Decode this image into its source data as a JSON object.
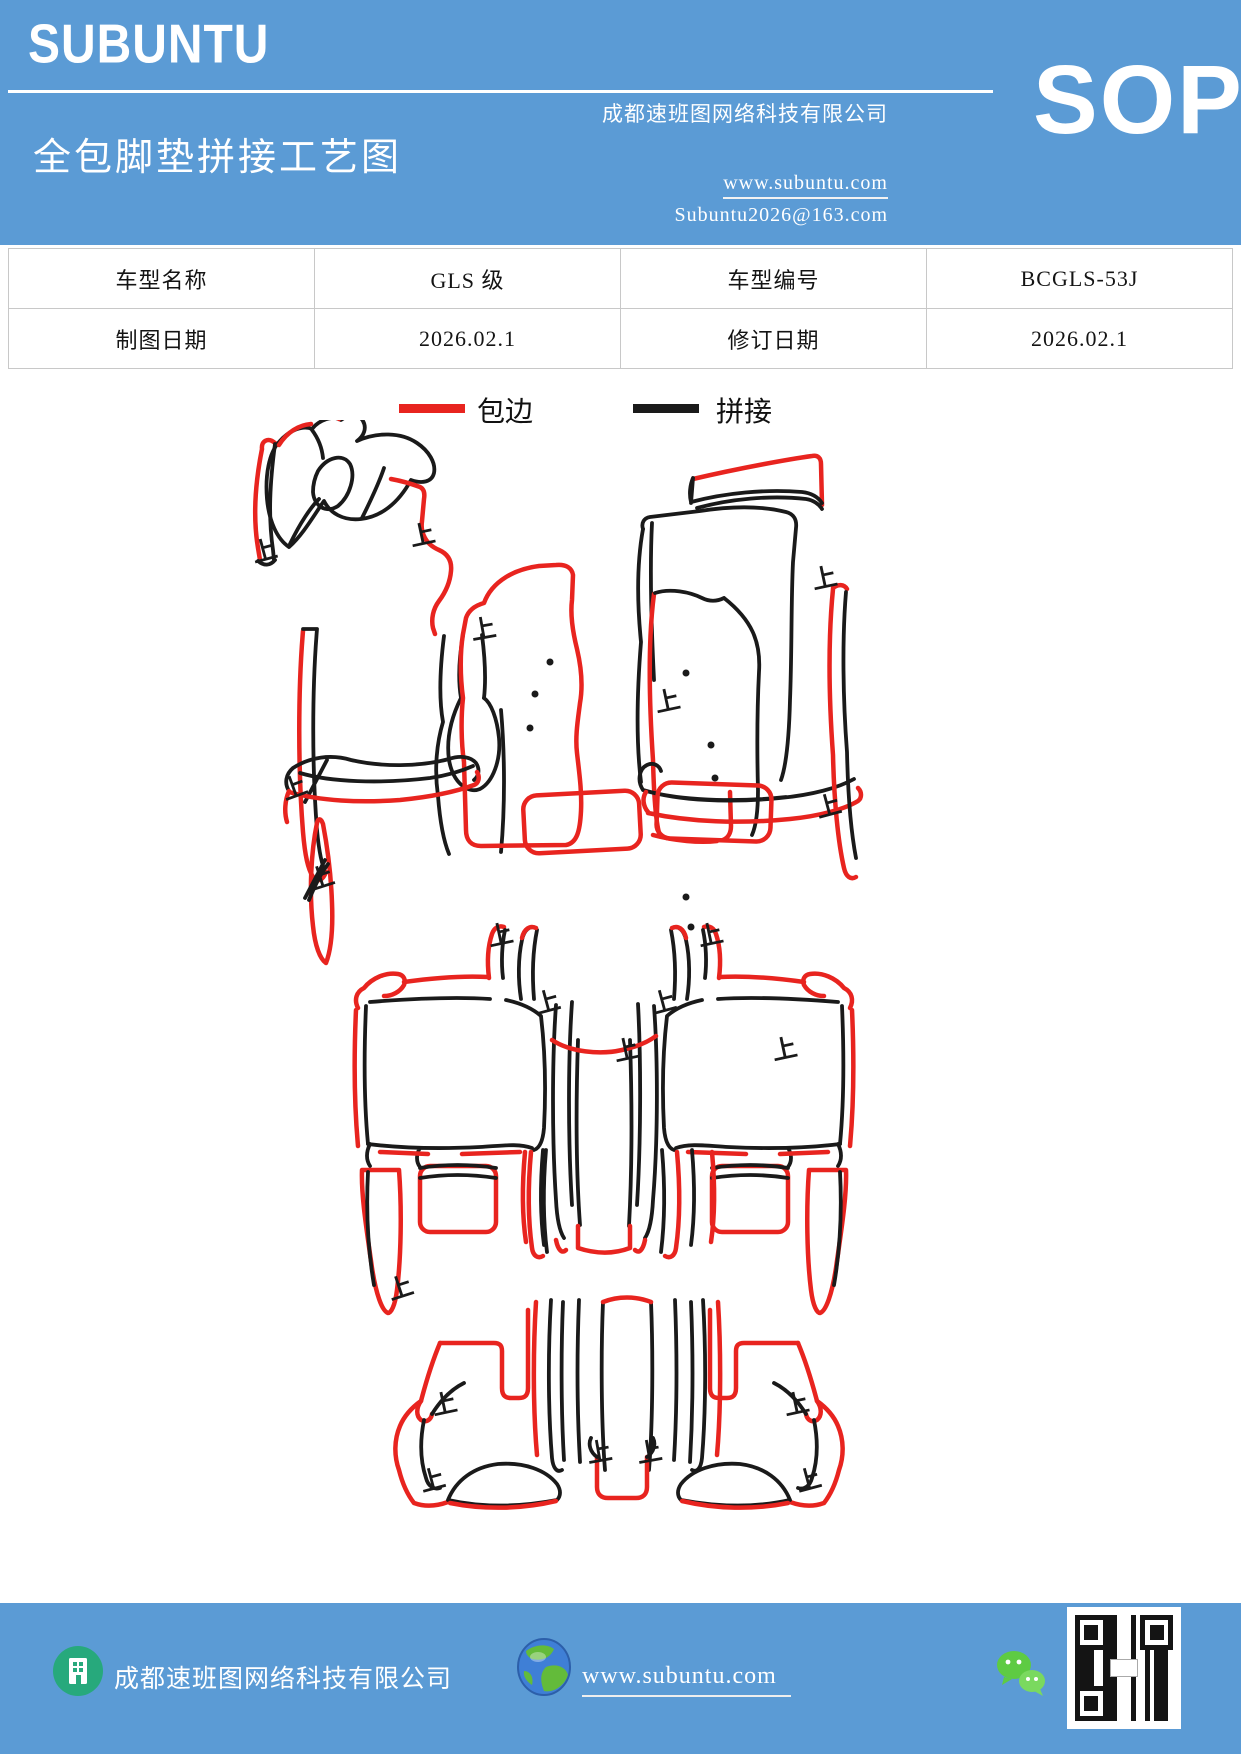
{
  "colors": {
    "blue": "#5b9bd5",
    "red": "#e8241f",
    "ink": "#1a1a1a",
    "border": "#c8c8c8",
    "green": "#27a97c",
    "wechat": "#5ecb43"
  },
  "header": {
    "brand": "SUBUNTU",
    "title": "全包脚垫拼接工艺图",
    "company": "成都速班图网络科技有限公司",
    "website": "www.subuntu.com",
    "email": "Subuntu2026@163.com",
    "badge": "SOP"
  },
  "info_table": {
    "cells": [
      [
        "车型名称",
        "GLS 级",
        "车型编号",
        "BCGLS-53J"
      ],
      [
        "制图日期",
        "2026.02.1",
        "修订日期",
        "2026.02.1"
      ]
    ]
  },
  "legend": {
    "items": [
      {
        "label": "包边",
        "color": "#e8241f"
      },
      {
        "label": "拼接",
        "color": "#1a1a1a"
      }
    ]
  },
  "diagram": {
    "marker_glyph": "上",
    "description": "全包脚垫裁片拼接工艺图：红色线为包边，黑色线为拼接"
  },
  "footer": {
    "company": "成都速班图网络科技有限公司",
    "website": "www.subuntu.com"
  }
}
